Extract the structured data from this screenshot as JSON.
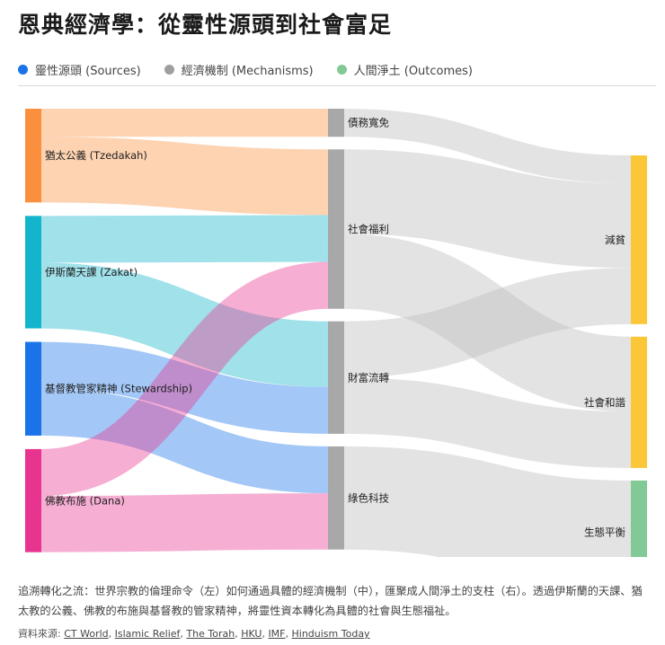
{
  "title": "恩典經濟學：從靈性源頭到社會富足",
  "legend": [
    {
      "label": "靈性源頭 (Sources)",
      "color": "#1a73e8"
    },
    {
      "label": "經濟機制 (Mechanisms)",
      "color": "#9e9e9e"
    },
    {
      "label": "人間淨土 (Outcomes)",
      "color": "#81c995"
    }
  ],
  "nodes": [
    {
      "id": "tzedakah",
      "label": "猶太公義 (Tzedakah)",
      "column": 0,
      "color": "#fa903e"
    },
    {
      "id": "zakat",
      "label": "伊斯蘭天課 (Zakat)",
      "column": 0,
      "color": "#12b5cb"
    },
    {
      "id": "stewardship",
      "label": "基督教管家精神 (Stewardship)",
      "column": 0,
      "color": "#1a73e8"
    },
    {
      "id": "dana",
      "label": "佛教布施 (Dana)",
      "column": 0,
      "color": "#e8348f"
    },
    {
      "id": "debt",
      "label": "債務寬免",
      "column": 1,
      "color": "#a8a8a8"
    },
    {
      "id": "welfare",
      "label": "社會福利",
      "column": 1,
      "color": "#a8a8a8"
    },
    {
      "id": "wealth",
      "label": "財富流轉",
      "column": 1,
      "color": "#a8a8a8"
    },
    {
      "id": "green",
      "label": "綠色科技",
      "column": 1,
      "color": "#a8a8a8"
    },
    {
      "id": "poverty",
      "label": "減貧",
      "column": 2,
      "color": "#fbc737"
    },
    {
      "id": "harmony",
      "label": "社會和諧",
      "column": 2,
      "color": "#fbc737"
    },
    {
      "id": "eco",
      "label": "生態平衡",
      "column": 2,
      "color": "#81c995"
    }
  ],
  "links": [
    {
      "source": "tzedakah",
      "target": "debt",
      "value": 15,
      "color": "#fa903e"
    },
    {
      "source": "tzedakah",
      "target": "welfare",
      "value": 35,
      "color": "#fa903e"
    },
    {
      "source": "zakat",
      "target": "welfare",
      "value": 25,
      "color": "#12b5cb"
    },
    {
      "source": "zakat",
      "target": "wealth",
      "value": 35,
      "color": "#12b5cb"
    },
    {
      "source": "stewardship",
      "target": "wealth",
      "value": 25,
      "color": "#1a73e8"
    },
    {
      "source": "stewardship",
      "target": "green",
      "value": 25,
      "color": "#1a73e8"
    },
    {
      "source": "dana",
      "target": "welfare",
      "value": 25,
      "color": "#e8348f"
    },
    {
      "source": "dana",
      "target": "green",
      "value": 30,
      "color": "#e8348f"
    },
    {
      "source": "debt",
      "target": "poverty",
      "value": 15,
      "color": "#bdbdbd"
    },
    {
      "source": "welfare",
      "target": "poverty",
      "value": 45,
      "color": "#bdbdbd"
    },
    {
      "source": "welfare",
      "target": "harmony",
      "value": 40,
      "color": "#bdbdbd"
    },
    {
      "source": "wealth",
      "target": "poverty",
      "value": 30,
      "color": "#bdbdbd"
    },
    {
      "source": "wealth",
      "target": "harmony",
      "value": 30,
      "color": "#bdbdbd"
    },
    {
      "source": "green",
      "target": "eco",
      "value": 55,
      "color": "#bdbdbd"
    }
  ],
  "caption": "追溯轉化之流：世界宗教的倫理命令（左）如何通過具體的經濟機制（中），匯聚成人間淨土的支柱（右）。透過伊斯蘭的天課、猶太教的公義、佛教的布施與基督教的管家精神，將靈性資本轉化為具體的社會與生態福祉。",
  "sources_label": "資料來源:",
  "sources": [
    "CT World",
    "Islamic Relief",
    "The Torah",
    "HKU",
    "IMF",
    "Hinduism Today"
  ]
}
